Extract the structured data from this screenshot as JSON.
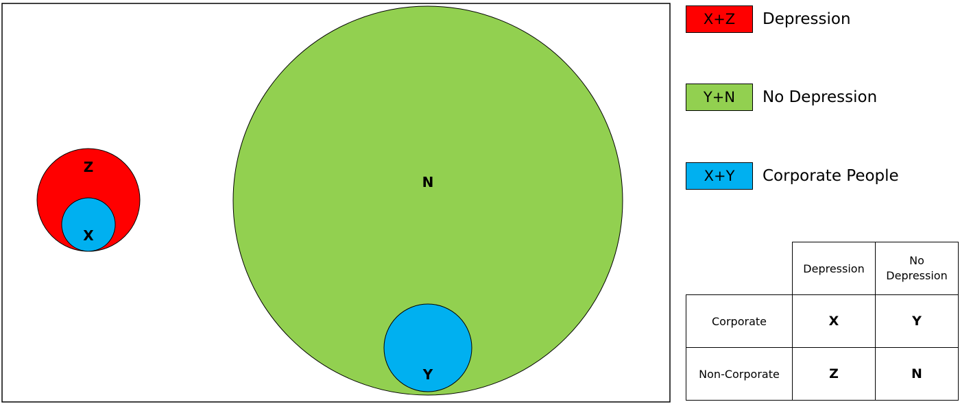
{
  "colors": {
    "red": "#ff0000",
    "green": "#92d050",
    "blue": "#00b0f0"
  },
  "diagram": {
    "left_group": {
      "outer_label": "Z",
      "inner_label": "X"
    },
    "right_group": {
      "outer_label": "N",
      "inner_label": "Y"
    }
  },
  "legend": [
    {
      "swatch_text": "X+Z",
      "label": "Depression",
      "color": "#ff0000"
    },
    {
      "swatch_text": "Y+N",
      "label": "No Depression",
      "color": "#92d050"
    },
    {
      "swatch_text": "X+Y",
      "label": "Corporate People",
      "color": "#00b0f0"
    }
  ],
  "table": {
    "col_headers": [
      "Depression",
      "No",
      "Depression"
    ],
    "rows": [
      {
        "label": "Corporate",
        "values": [
          "X",
          "Y"
        ]
      },
      {
        "label": "Non-Corporate",
        "values": [
          "Z",
          "N"
        ]
      }
    ]
  }
}
